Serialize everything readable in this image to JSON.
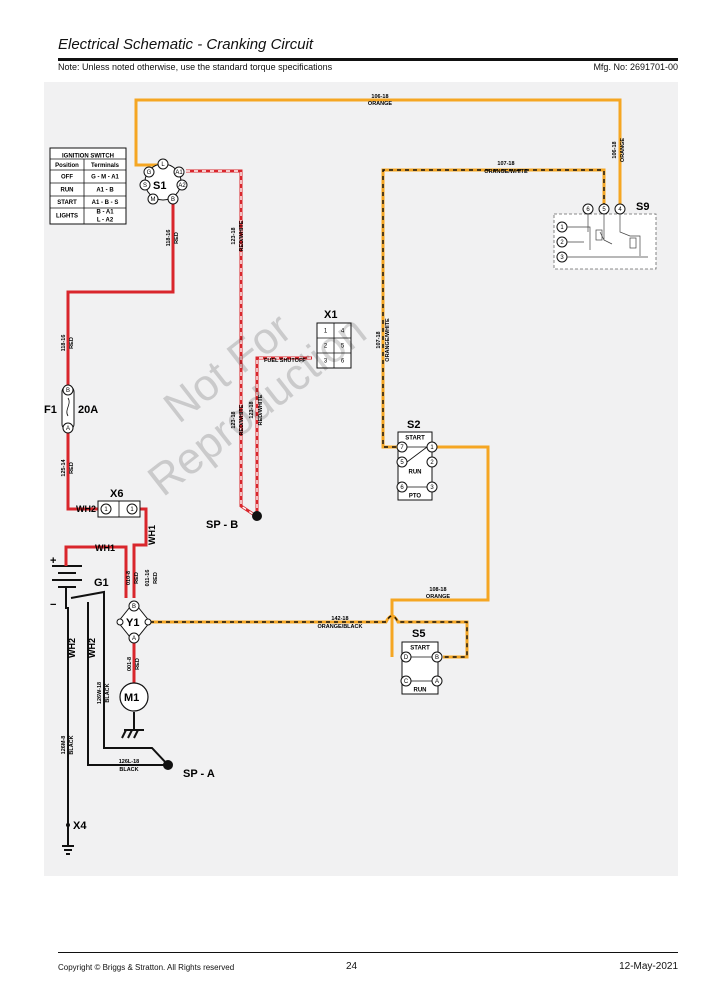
{
  "header": {
    "title": "Electrical Schematic - Cranking Circuit",
    "note": "Note: Unless noted otherwise, use the standard torque specifications",
    "mfg": "Mfg. No: 2691701-00"
  },
  "watermark": {
    "line1": "Not For",
    "line2": "Reproduction"
  },
  "ignition_table": {
    "title": "IGNITION SWITCH",
    "col1": "Position",
    "col2": "Terminals",
    "rows": [
      {
        "pos": "OFF",
        "term": "G - M - A1"
      },
      {
        "pos": "RUN",
        "term": "A1 - B"
      },
      {
        "pos": "START",
        "term": "A1 - B - S"
      },
      {
        "pos": "LIGHTS",
        "term1": "B - A1",
        "term2": "L - A2"
      }
    ]
  },
  "components": {
    "s1": "S1",
    "s9": "S9",
    "x1": "X1",
    "s2": "S2",
    "s5": "S5",
    "f1": "F1",
    "f1_rating": "20A",
    "x6": "X6",
    "g1": "G1",
    "y1": "Y1",
    "m1": "M1",
    "x4": "X4",
    "spb": "SP - B",
    "spa": "SP - A",
    "plus": "+",
    "minus": "−",
    "fuel_shutoff": "FUEL SHUTOFF"
  },
  "s1_pins": {
    "l": "L",
    "g": "G",
    "a1": "A1",
    "s": "S",
    "a2": "A2",
    "m": "M",
    "b": "B"
  },
  "x1_pins": [
    "1",
    "4",
    "2",
    "5",
    "3",
    "6"
  ],
  "s9_pins": {
    "p6": "6",
    "p5": "5",
    "p4": "4",
    "p1": "1",
    "p2": "2",
    "p3": "3"
  },
  "s2": {
    "start": "START",
    "run": "RUN",
    "pto": "PTO",
    "pins": [
      "7",
      "1",
      "5",
      "2",
      "6",
      "3"
    ]
  },
  "s5": {
    "start": "START",
    "run": "RUN",
    "pins": [
      "D",
      "B",
      "C",
      "A"
    ]
  },
  "f1_pins": {
    "top": "B",
    "bottom": "A"
  },
  "x6_pins": {
    "left": "1",
    "right": "1"
  },
  "y1_pins": {
    "top": "B",
    "bottom": "A"
  },
  "wires": {
    "w106_num": "106-18",
    "w106_color": "ORANGE",
    "w106v_num": "106-18",
    "w106v_color": "ORANGE",
    "w107_num": "107-18",
    "w107_color": "ORANGE/WHITE",
    "w107v_num": "107-18",
    "w107v_color": "ORANGE/WHITE",
    "w118a_num": "118-16",
    "w118a_color": "RED",
    "w118b_num": "118-16",
    "w118b_color": "RED",
    "w123a_num": "123-18",
    "w123a_color": "RED/WHITE",
    "w123b_num": "123-18",
    "w123b_color": "RED/WHITE",
    "w123c_num": "123-18",
    "w123c_color": "RED/WHITE",
    "w125_num": "125-14",
    "w125_color": "RED",
    "wh1_a": "WH1",
    "wh1_b": "WH1",
    "wh2_a": "WH2",
    "wh2_b": "WH2",
    "wh2_c": "WH2",
    "w010_num": "010-8",
    "w010_color": "RED",
    "w011_num": "011-16",
    "w011_color": "RED",
    "w108_num": "108-18",
    "w108_color": "ORANGE",
    "w142_num": "142-18",
    "w142_color": "ORANGE/BLACK",
    "w001_num": "001-8",
    "w001_color": "RED",
    "w126w_num": "126W-18",
    "w126w_color": "BLACK",
    "w126m_num": "126M-8",
    "w126m_color": "BLACK",
    "w126l_num": "126L-18",
    "w126l_color": "BLACK"
  },
  "colors": {
    "orange": "#F5A623",
    "red": "#D9262C",
    "black": "#111111",
    "white": "#FFFFFF"
  },
  "footer": {
    "copyright": "Copyright ©  Briggs & Stratton. All Rights reserved",
    "page": "24",
    "date": "12-May-2021"
  }
}
